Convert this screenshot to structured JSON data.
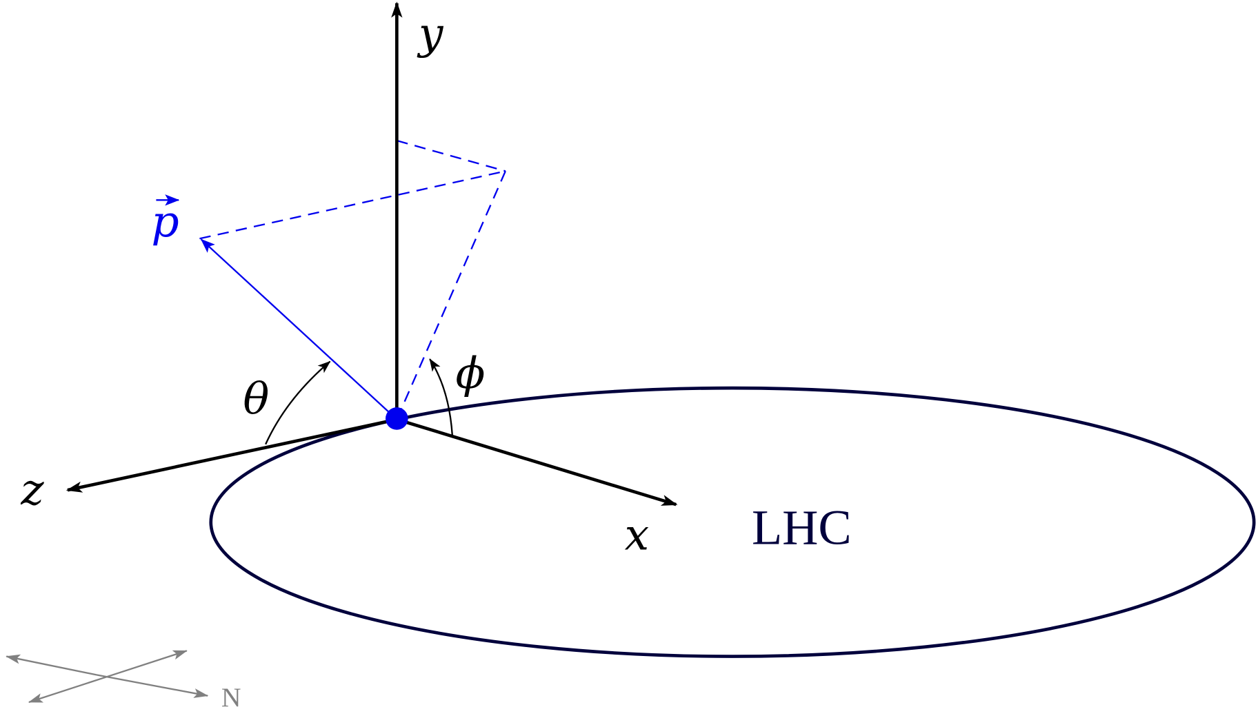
{
  "diagram": {
    "labels": {
      "y_axis": "y",
      "z_axis": "z",
      "x_axis": "x",
      "momentum": "p",
      "theta": "θ",
      "phi": "ϕ",
      "ring": "LHC",
      "north": "N"
    },
    "colors": {
      "axis": "#000000",
      "momentum": "#0000ee",
      "ring": "#00003c",
      "compass": "#808080"
    },
    "icons": {
      "compass": "compass-arrows-icon",
      "vector_arrow": "vector-arrow-icon"
    }
  }
}
